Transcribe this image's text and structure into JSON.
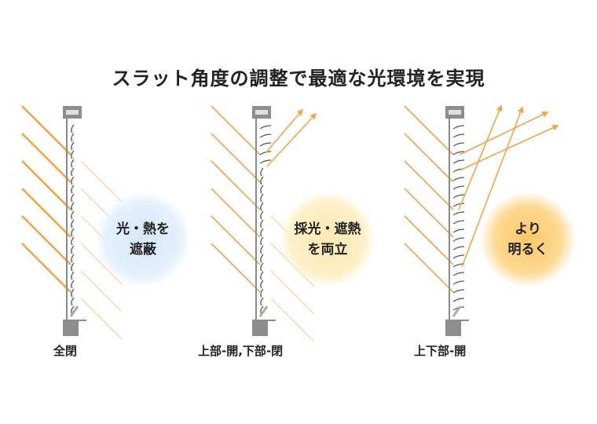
{
  "title": "スラット角度の調整で最適な光環境を実現",
  "panels": [
    {
      "caption": "全閉",
      "bubble": [
        "光・熱を",
        "遮蔽"
      ]
    },
    {
      "caption": "上部-開,下部-閉",
      "bubble": [
        "採光・遮熱",
        "を両立"
      ]
    },
    {
      "caption": "上下部-開",
      "bubble": [
        "より",
        "明るく"
      ]
    }
  ],
  "colors": {
    "ray": "#f5a34a",
    "frame": "#8a8a8a",
    "slat": "#555555"
  }
}
